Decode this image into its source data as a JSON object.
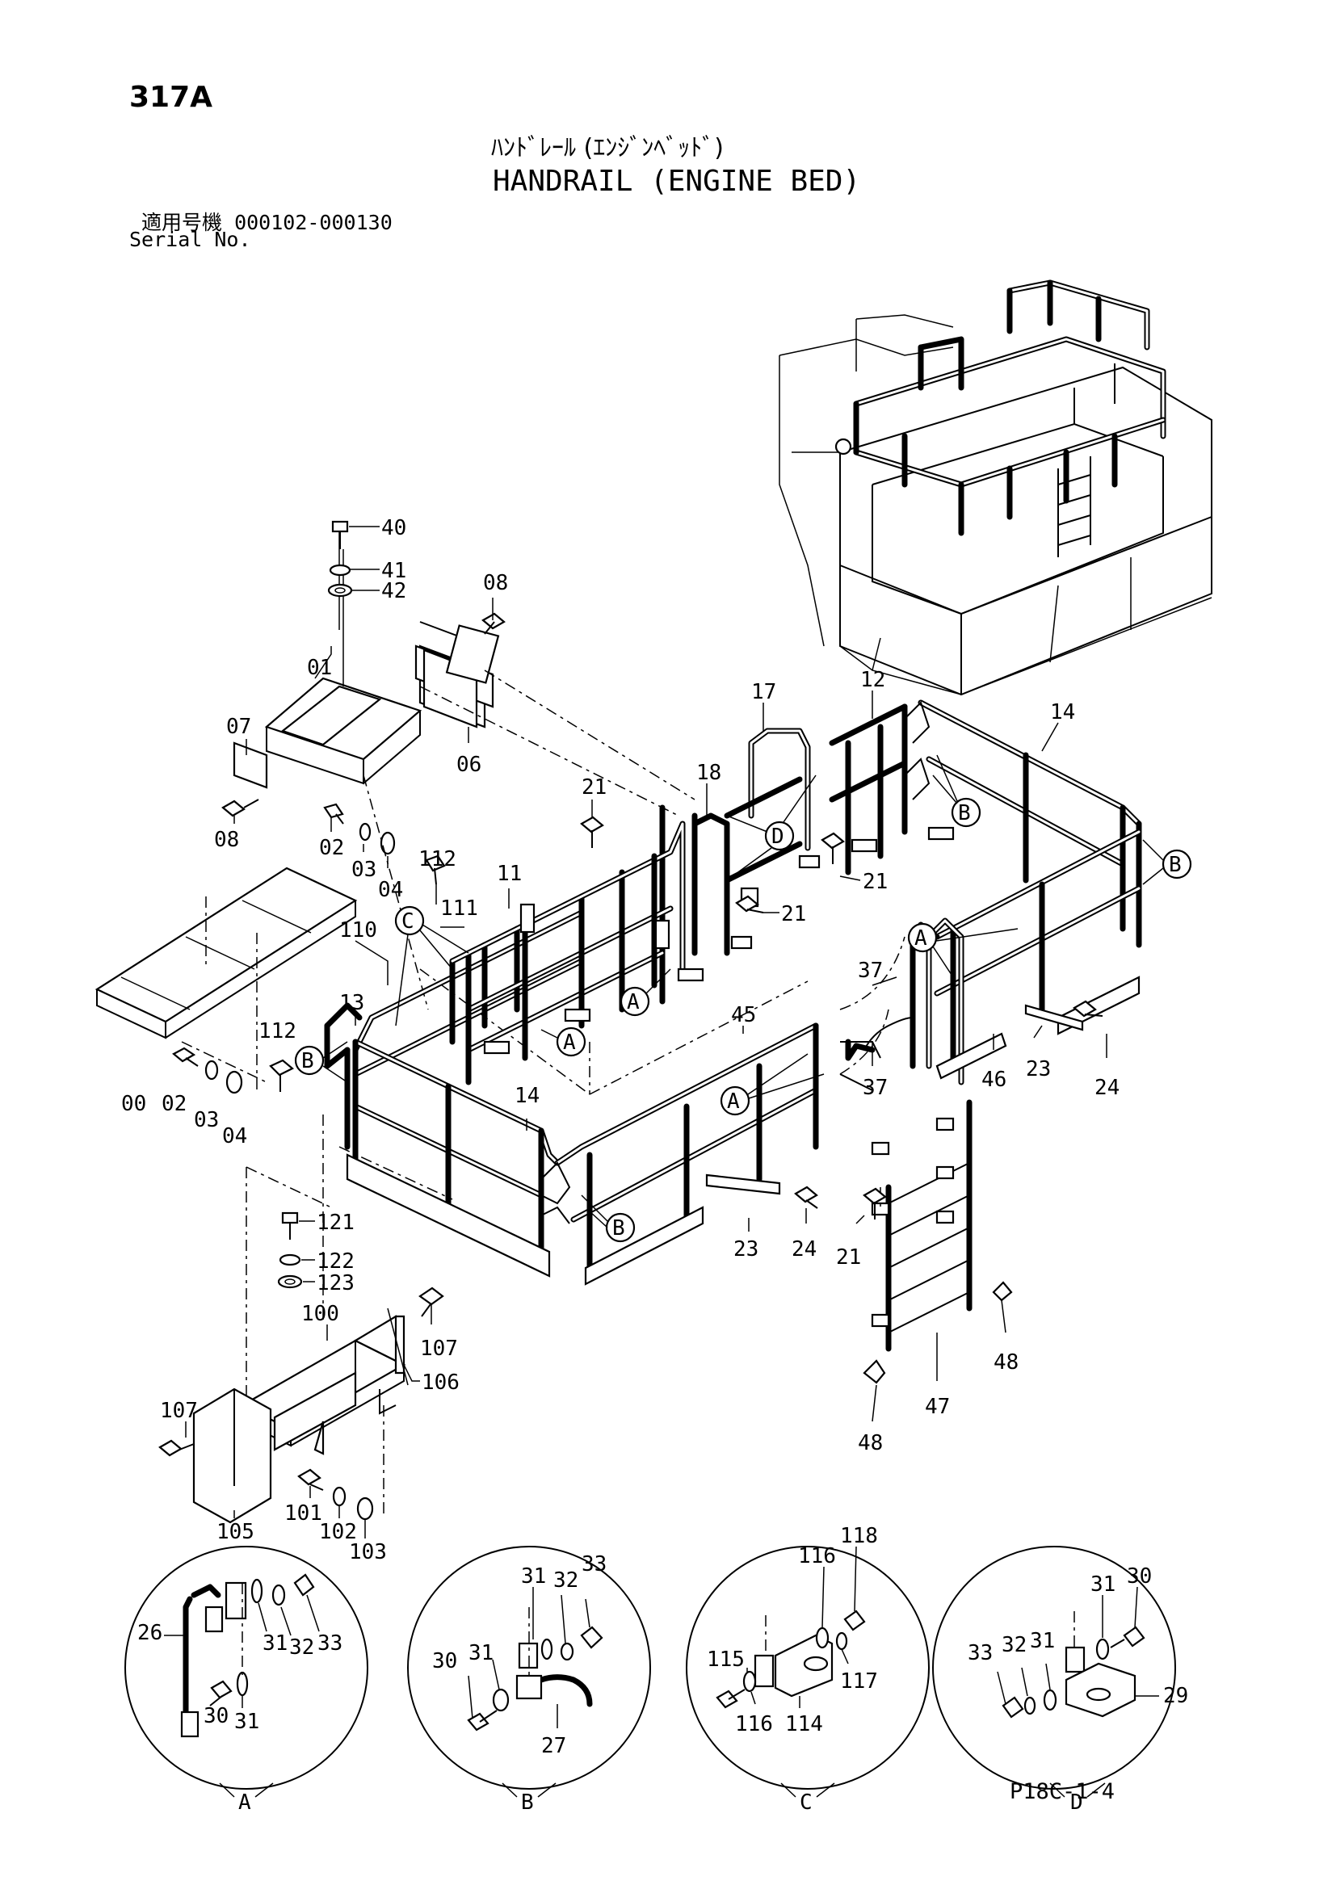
{
  "header": {
    "page_id": "317A",
    "title_jp": "ﾊﾝﾄﾞﾚｰﾙ (ｴﾝｼﾞﾝﾍﾞｯﾄﾞ)",
    "title_en": "HANDRAIL (ENGINE BED)",
    "serial_label_jp": "適用号機",
    "serial_range": "000102-000130",
    "serial_label_en": "Serial No."
  },
  "footer": {
    "page_ref": "P18C-1-4"
  },
  "callouts": {
    "c40": "40",
    "c41": "41",
    "c42": "42",
    "c08a": "08",
    "c01": "01",
    "c07": "07",
    "c06": "06",
    "c08b": "08",
    "c02a": "02",
    "c03a": "03",
    "c04a": "04",
    "c112a": "112",
    "c111": "111",
    "c11": "11",
    "c21a": "21",
    "c110": "110",
    "c13": "13",
    "c00": "00",
    "c02b": "02",
    "c03b": "03",
    "c04b": "04",
    "c112b": "112",
    "c14a": "14",
    "c17": "17",
    "c18": "18",
    "c12": "12",
    "c14b": "14",
    "c21b": "21",
    "c21c": "21",
    "c37a": "37",
    "c37b": "37",
    "c45": "45",
    "c46": "46",
    "c23a": "23",
    "c24a": "24",
    "c23b": "23",
    "c24b": "24",
    "c21d": "21",
    "c47": "47",
    "c48a": "48",
    "c48b": "48",
    "c121": "121",
    "c122": "122",
    "c123": "123",
    "c100": "100",
    "c107a": "107",
    "c106": "106",
    "c107b": "107",
    "c105": "105",
    "c101": "101",
    "c102": "102",
    "c103": "103"
  },
  "refs": {
    "a1": "A",
    "a2": "A",
    "a3": "A",
    "a4": "A",
    "b1": "B",
    "b2": "B",
    "b3": "B",
    "b4": "B",
    "c1": "C",
    "d1": "D"
  },
  "details": {
    "A": {
      "label": "A",
      "n26": "26",
      "n30": "30",
      "n31a": "31",
      "n31b": "31",
      "n32": "32",
      "n33": "33"
    },
    "B": {
      "label": "B",
      "n30": "30",
      "n31a": "31",
      "n31b": "31",
      "n32": "32",
      "n33": "33",
      "n27": "27"
    },
    "C": {
      "label": "C",
      "n115": "115",
      "n116a": "116",
      "n116b": "116",
      "n117": "117",
      "n118": "118",
      "n114": "114"
    },
    "D": {
      "label": "D",
      "n33": "33",
      "n32": "32",
      "n31a": "31",
      "n31b": "31",
      "n30": "30",
      "n29": "29"
    }
  }
}
